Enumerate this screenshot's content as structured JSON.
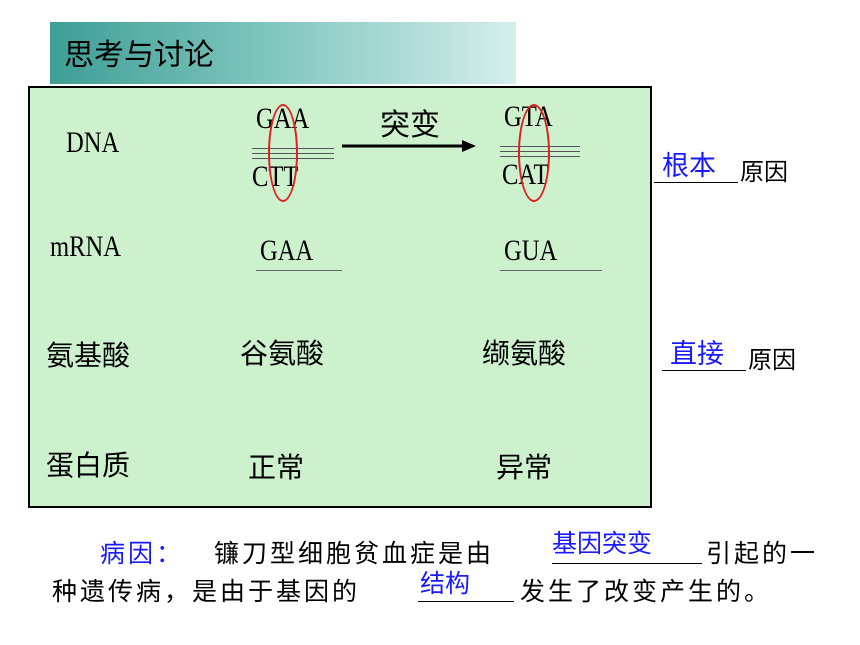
{
  "title": "思考与讨论",
  "rows": {
    "dna": "DNA",
    "mrna": "mRNA",
    "amino": "氨基酸",
    "protein": "蛋白质"
  },
  "normal": {
    "dna_top": "GAA",
    "dna_bottom": "CTT",
    "mrna": "GAA",
    "amino": "谷氨酸",
    "protein": "正常"
  },
  "mutation_label": "突变",
  "mutant": {
    "dna_top": "GTA",
    "dna_bottom": "CAT",
    "mrna": "GUA",
    "amino": "缬氨酸",
    "protein": "异常"
  },
  "causes": {
    "root_answer": "根本",
    "root_suffix": "原因",
    "direct_answer": "直接",
    "direct_suffix": "原因"
  },
  "paragraph": {
    "label": "病因：",
    "text1": "镰刀型细胞贫血症是由",
    "blank1": "基因突变",
    "text2": "引起的一",
    "text3": "种遗传病，是由于基因的",
    "blank2": "结构",
    "text4": "发生了改变产生的。"
  },
  "colors": {
    "answer": "#1a1aff",
    "highlight": "#e02020",
    "panel": "#cdf0cd"
  }
}
